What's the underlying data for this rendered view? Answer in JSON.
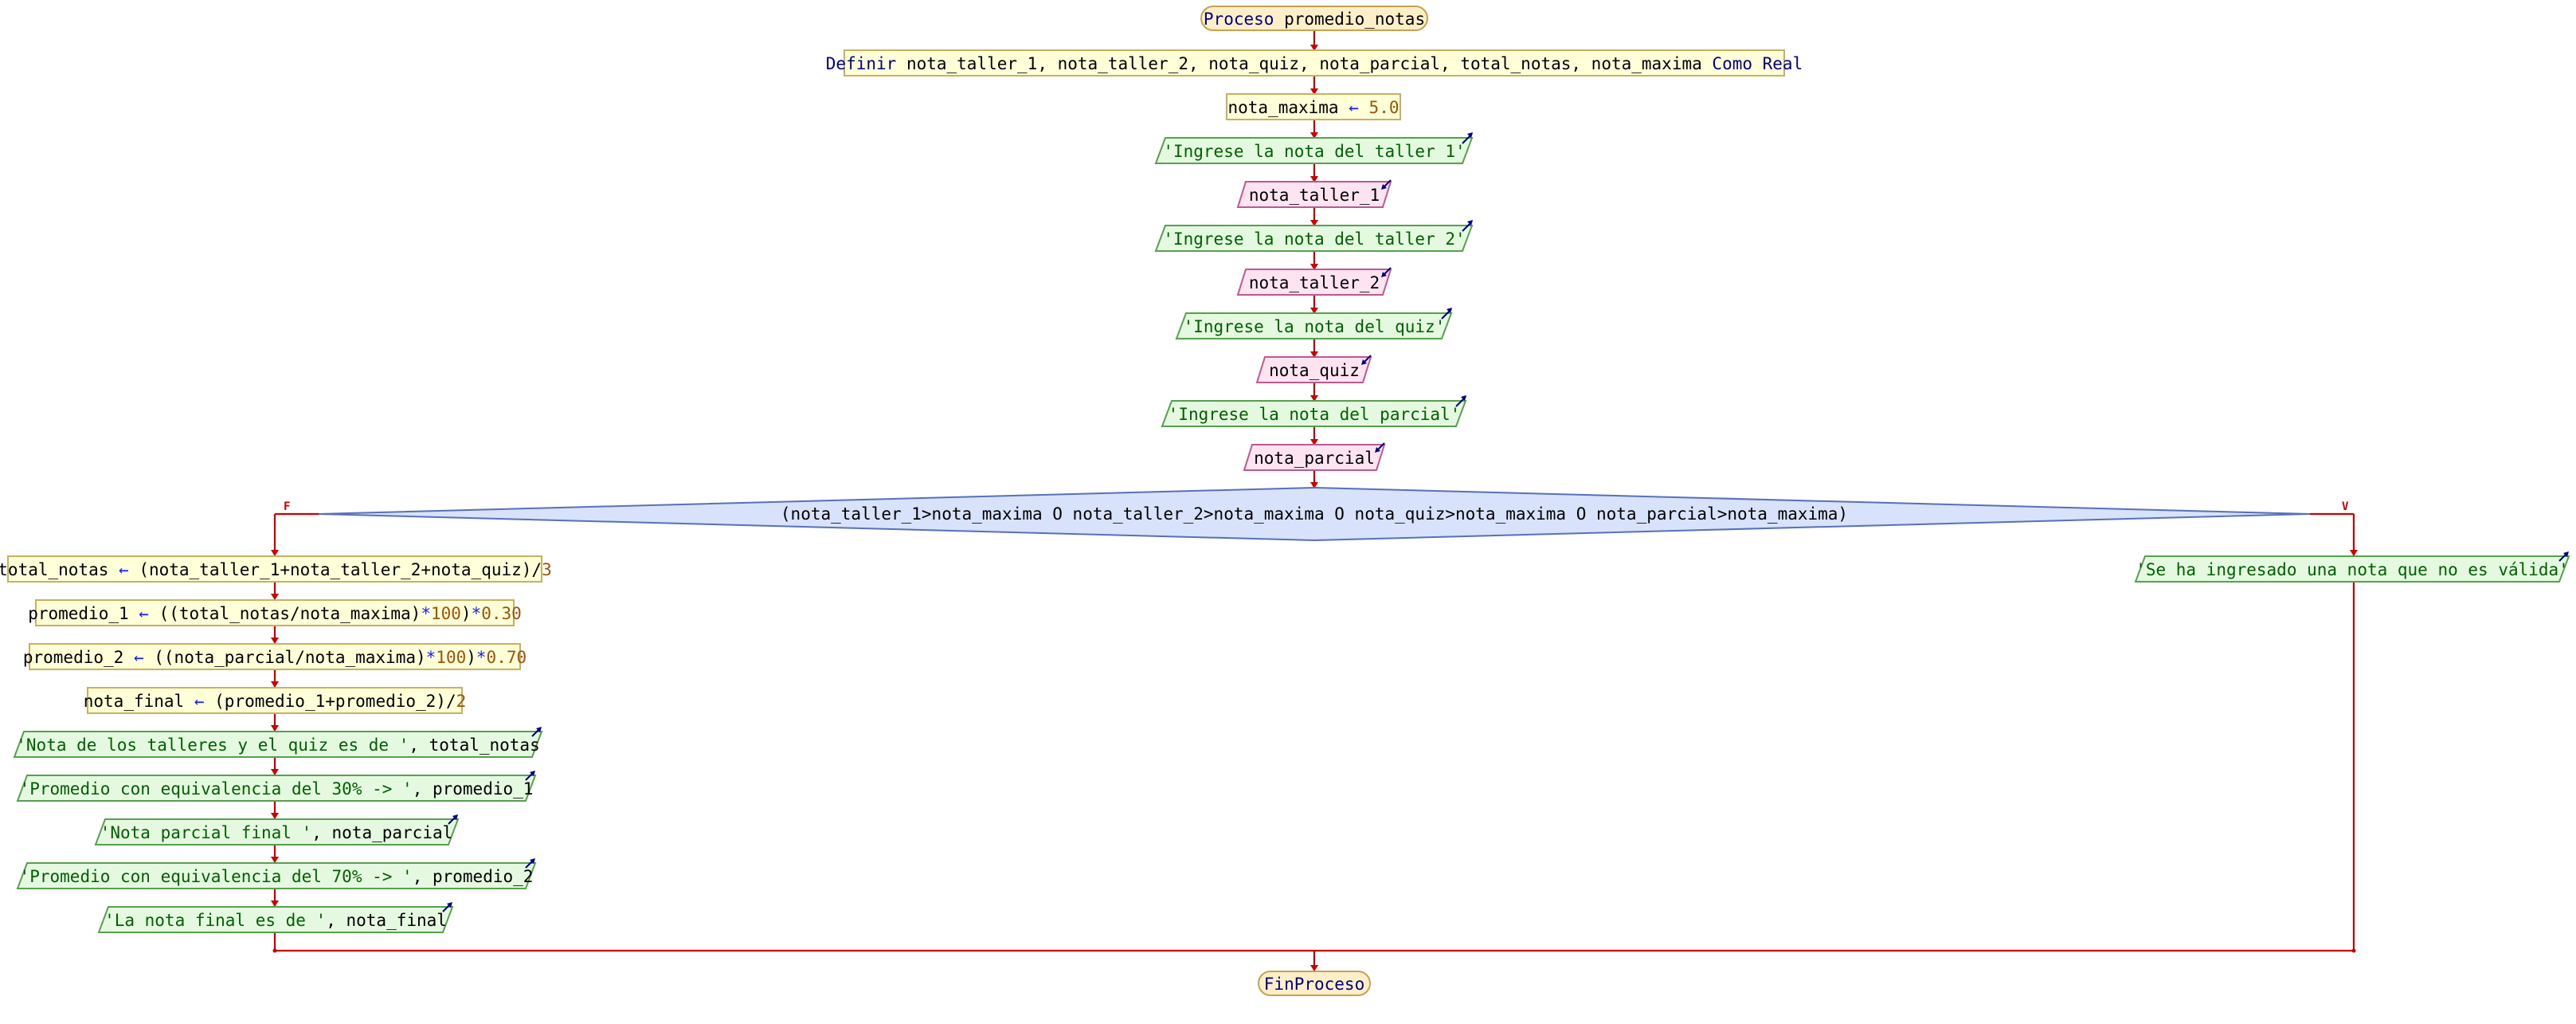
{
  "diagram": {
    "start": {
      "keyword": "Proceso",
      "name": "promedio_notas"
    },
    "end": {
      "keyword": "FinProceso"
    },
    "define": {
      "keyword": "Definir",
      "vars": "nota_taller_1, nota_taller_2, nota_quiz, nota_parcial, total_notas, nota_maxima",
      "type_kw": "Como Real"
    },
    "assign_max": {
      "var": "nota_maxima",
      "arrow": "←",
      "value": "5.0"
    },
    "io_steps": [
      {
        "kind": "out",
        "text": "'Ingrese la nota del taller 1'"
      },
      {
        "kind": "in",
        "text": "nota_taller_1"
      },
      {
        "kind": "out",
        "text": "'Ingrese la nota del taller 2'"
      },
      {
        "kind": "in",
        "text": "nota_taller_2"
      },
      {
        "kind": "out",
        "text": "'Ingrese la nota del quiz'"
      },
      {
        "kind": "in",
        "text": "nota_quiz"
      },
      {
        "kind": "out",
        "text": "'Ingrese la nota del parcial'"
      },
      {
        "kind": "in",
        "text": "nota_parcial"
      }
    ],
    "decision": {
      "condition": "(nota_taller_1>nota_maxima O nota_taller_2>nota_maxima O nota_quiz>nota_maxima O nota_parcial>nota_maxima)",
      "false_label": "F",
      "true_label": "V"
    },
    "true_branch": {
      "output": "'Se ha ingresado una nota que no es válida'"
    },
    "false_branch": {
      "assign_total": {
        "lhs": "total_notas",
        "arrow": "←",
        "expr": "(nota_taller_1+nota_taller_2+nota_quiz)/",
        "divisor": "3"
      },
      "assign_p1": {
        "lhs": "promedio_1",
        "arrow": "←",
        "p1": "((total_notas/nota_maxima)",
        "star1": "*",
        "hundred": "100",
        "p2": ")",
        "star2": "*",
        "factor": "0.30"
      },
      "assign_p2": {
        "lhs": "promedio_2",
        "arrow": "←",
        "p1": "((nota_parcial/nota_maxima)",
        "star1": "*",
        "hundred": "100",
        "p2": ")",
        "star2": "*",
        "factor": "0.70"
      },
      "assign_final": {
        "lhs": "nota_final",
        "arrow": "←",
        "expr": "(promedio_1+promedio_2)/",
        "divisor": "2"
      },
      "outputs": [
        {
          "str": "'Nota de los talleres y el quiz es de '",
          "var": ", total_notas"
        },
        {
          "str": "'Promedio con equivalencia del 30% -> '",
          "var": ", promedio_1"
        },
        {
          "str": "'Nota parcial final '",
          "var": ", nota_parcial"
        },
        {
          "str": "'Promedio con equivalencia del 70% -> '",
          "var": ", promedio_2"
        },
        {
          "str": "'La nota final es de '",
          "var": ", nota_final"
        }
      ]
    }
  },
  "colors": {
    "terminal_fill": "#fdf0c8",
    "terminal_stroke": "#c8a050",
    "process_fill": "#ffffd8",
    "process_stroke": "#c8b060",
    "output_fill": "#e4f9e0",
    "output_stroke": "#58a050",
    "input_fill": "#fde4f0",
    "input_stroke": "#c05890",
    "decision_fill": "#d8e2fa",
    "decision_stroke": "#5870b8",
    "line": "#cc0000",
    "keyword": "#000080",
    "number": "#a0520a",
    "string": "#006000",
    "operator": "#1a1aff"
  }
}
